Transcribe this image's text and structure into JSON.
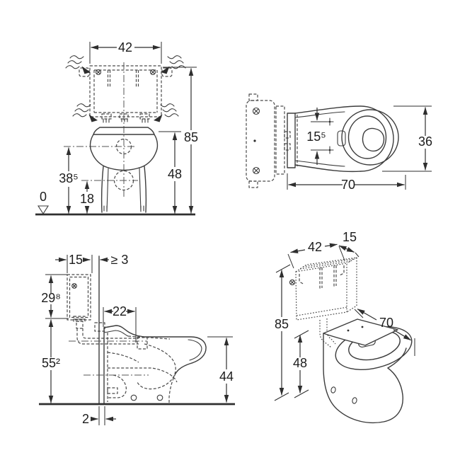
{
  "page": {
    "background": "#ffffff",
    "line_color": "#3c3c3c",
    "text_color": "#1c1c1c"
  },
  "views": {
    "front": {
      "dims": {
        "cistern_width": "42",
        "total_height": "85",
        "bowl_height": "48",
        "inlet_height": "38⁵",
        "outlet_height": "18",
        "floor_datum": "0"
      }
    },
    "plan": {
      "dims": {
        "fixing_distance": "15⁵",
        "bowl_width": "36",
        "total_depth": "70"
      }
    },
    "side": {
      "dims": {
        "cistern_depth": "15",
        "min_clearance": "≥ 3",
        "cistern_height": "29⁸",
        "mount_height": "55²",
        "pipe_depth": "22",
        "rim_height": "44",
        "wall_clearance": "2"
      }
    },
    "iso": {
      "dims": {
        "cistern_width": "42",
        "cistern_depth": "15",
        "total_height": "85",
        "rim_height": "48",
        "total_depth": "70"
      }
    }
  }
}
